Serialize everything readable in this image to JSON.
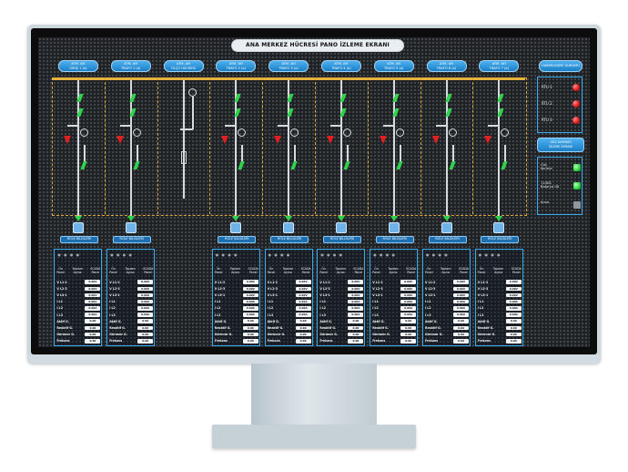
{
  "screen": {
    "title": "ANA MERKEZ HÜCRESİ PANO İZLEME EKRANI"
  },
  "bays": [
    {
      "label": "ATM. AYI\nGİRİŞ 1 (a)"
    },
    {
      "label": "ATM. AYI\nTRAFO 1 (a)"
    },
    {
      "label": "ATM. AYI\nÖLÇÜ HÜCRESİ"
    },
    {
      "label": "ATM. AYI\nTRAFO 2 (a)"
    },
    {
      "label": "ATM. AYI\nTRAFO 3 (a)"
    },
    {
      "label": "ATM. AYI\nTRAFO 4 (a)"
    },
    {
      "label": "ATM. AYI\nTRAFO 5 (a)"
    },
    {
      "label": "ATM. AYI\nTRAFO 6 (a)"
    },
    {
      "label": "ATM. AYI\nTRAFO 7 (a)"
    }
  ],
  "relays": {
    "label": "RÖLE BİLGİLERİ"
  },
  "panels": {
    "header": [
      "Ön\nPanel",
      "Toplam\nAçma",
      "SCADA\nPanel"
    ],
    "rows": [
      {
        "label": "V L1-2",
        "value": "0.00V"
      },
      {
        "label": "V L2-3",
        "value": "0.00V"
      },
      {
        "label": "V L3-1",
        "value": "0.00V"
      },
      {
        "label": "I L1",
        "value": "0.00A"
      },
      {
        "label": "I L2",
        "value": "0.00A"
      },
      {
        "label": "I L3",
        "value": "0.00A"
      },
      {
        "label": "Aktif G.",
        "value": "0.00"
      },
      {
        "label": "Reaktif G.",
        "value": "0.00"
      },
      {
        "label": "Görünür G.",
        "value": "0.00"
      },
      {
        "label": "Frekans",
        "value": "0.00"
      }
    ]
  },
  "right": {
    "indicator_button": "HABERLEŞME DURUMU",
    "rtu": [
      {
        "label": "RTU 1",
        "status": "red"
      },
      {
        "label": "RTU 2",
        "status": "red"
      },
      {
        "label": "RTU 3",
        "status": "red"
      }
    ],
    "mid_button": "GÜÇ KAYNAĞI\nİZLEME EKRANI",
    "system": [
      {
        "label": "Güç\nKontrol",
        "status": "green"
      },
      {
        "label": "110DC\nBatarya OK",
        "status": "green"
      },
      {
        "label": "Arıza",
        "status": "grey"
      }
    ]
  },
  "colors": {
    "busbar": "#e6b43d",
    "switch_closed": "#2ed34a",
    "trip": "#e02020",
    "accent": "#1b7fc6"
  }
}
